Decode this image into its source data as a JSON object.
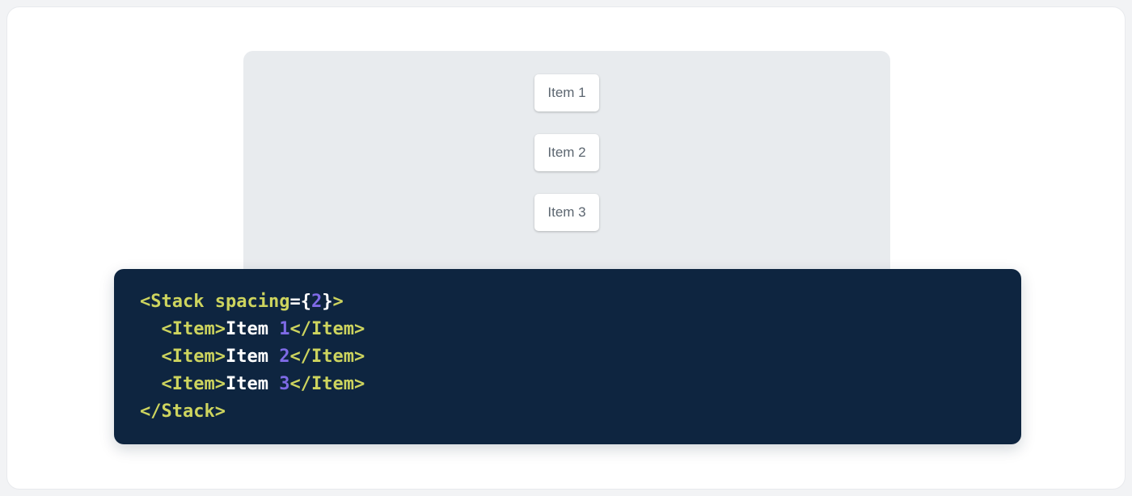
{
  "demo": {
    "items": [
      {
        "label": "Item 1"
      },
      {
        "label": "Item 2"
      },
      {
        "label": "Item 3"
      }
    ]
  },
  "code": {
    "lines": [
      [
        {
          "t": "tag",
          "v": "<Stack"
        },
        {
          "t": "attr",
          "v": " spacing"
        },
        {
          "t": "op",
          "v": "="
        },
        {
          "t": "brace",
          "v": "{"
        },
        {
          "t": "num",
          "v": "2"
        },
        {
          "t": "brace",
          "v": "}"
        },
        {
          "t": "tag",
          "v": ">"
        }
      ],
      [
        {
          "t": "plain",
          "v": "  "
        },
        {
          "t": "tag",
          "v": "<Item>"
        },
        {
          "t": "plain",
          "v": "Item "
        },
        {
          "t": "num",
          "v": "1"
        },
        {
          "t": "tag",
          "v": "</Item>"
        }
      ],
      [
        {
          "t": "plain",
          "v": "  "
        },
        {
          "t": "tag",
          "v": "<Item>"
        },
        {
          "t": "plain",
          "v": "Item "
        },
        {
          "t": "num",
          "v": "2"
        },
        {
          "t": "tag",
          "v": "</Item>"
        }
      ],
      [
        {
          "t": "plain",
          "v": "  "
        },
        {
          "t": "tag",
          "v": "<Item>"
        },
        {
          "t": "plain",
          "v": "Item "
        },
        {
          "t": "num",
          "v": "3"
        },
        {
          "t": "tag",
          "v": "</Item>"
        }
      ],
      [
        {
          "t": "tag",
          "v": "</Stack>"
        }
      ]
    ]
  },
  "colors": {
    "panel_background": "#e8ebee",
    "item_text": "#5c6670",
    "code_background": "#0e2540",
    "token_tag": "#cdd45e",
    "token_attr": "#cdd45e",
    "token_number": "#7e6ae6",
    "token_plain": "#ffffff",
    "token_brace": "#ffffff",
    "token_operator": "#ffffff"
  }
}
